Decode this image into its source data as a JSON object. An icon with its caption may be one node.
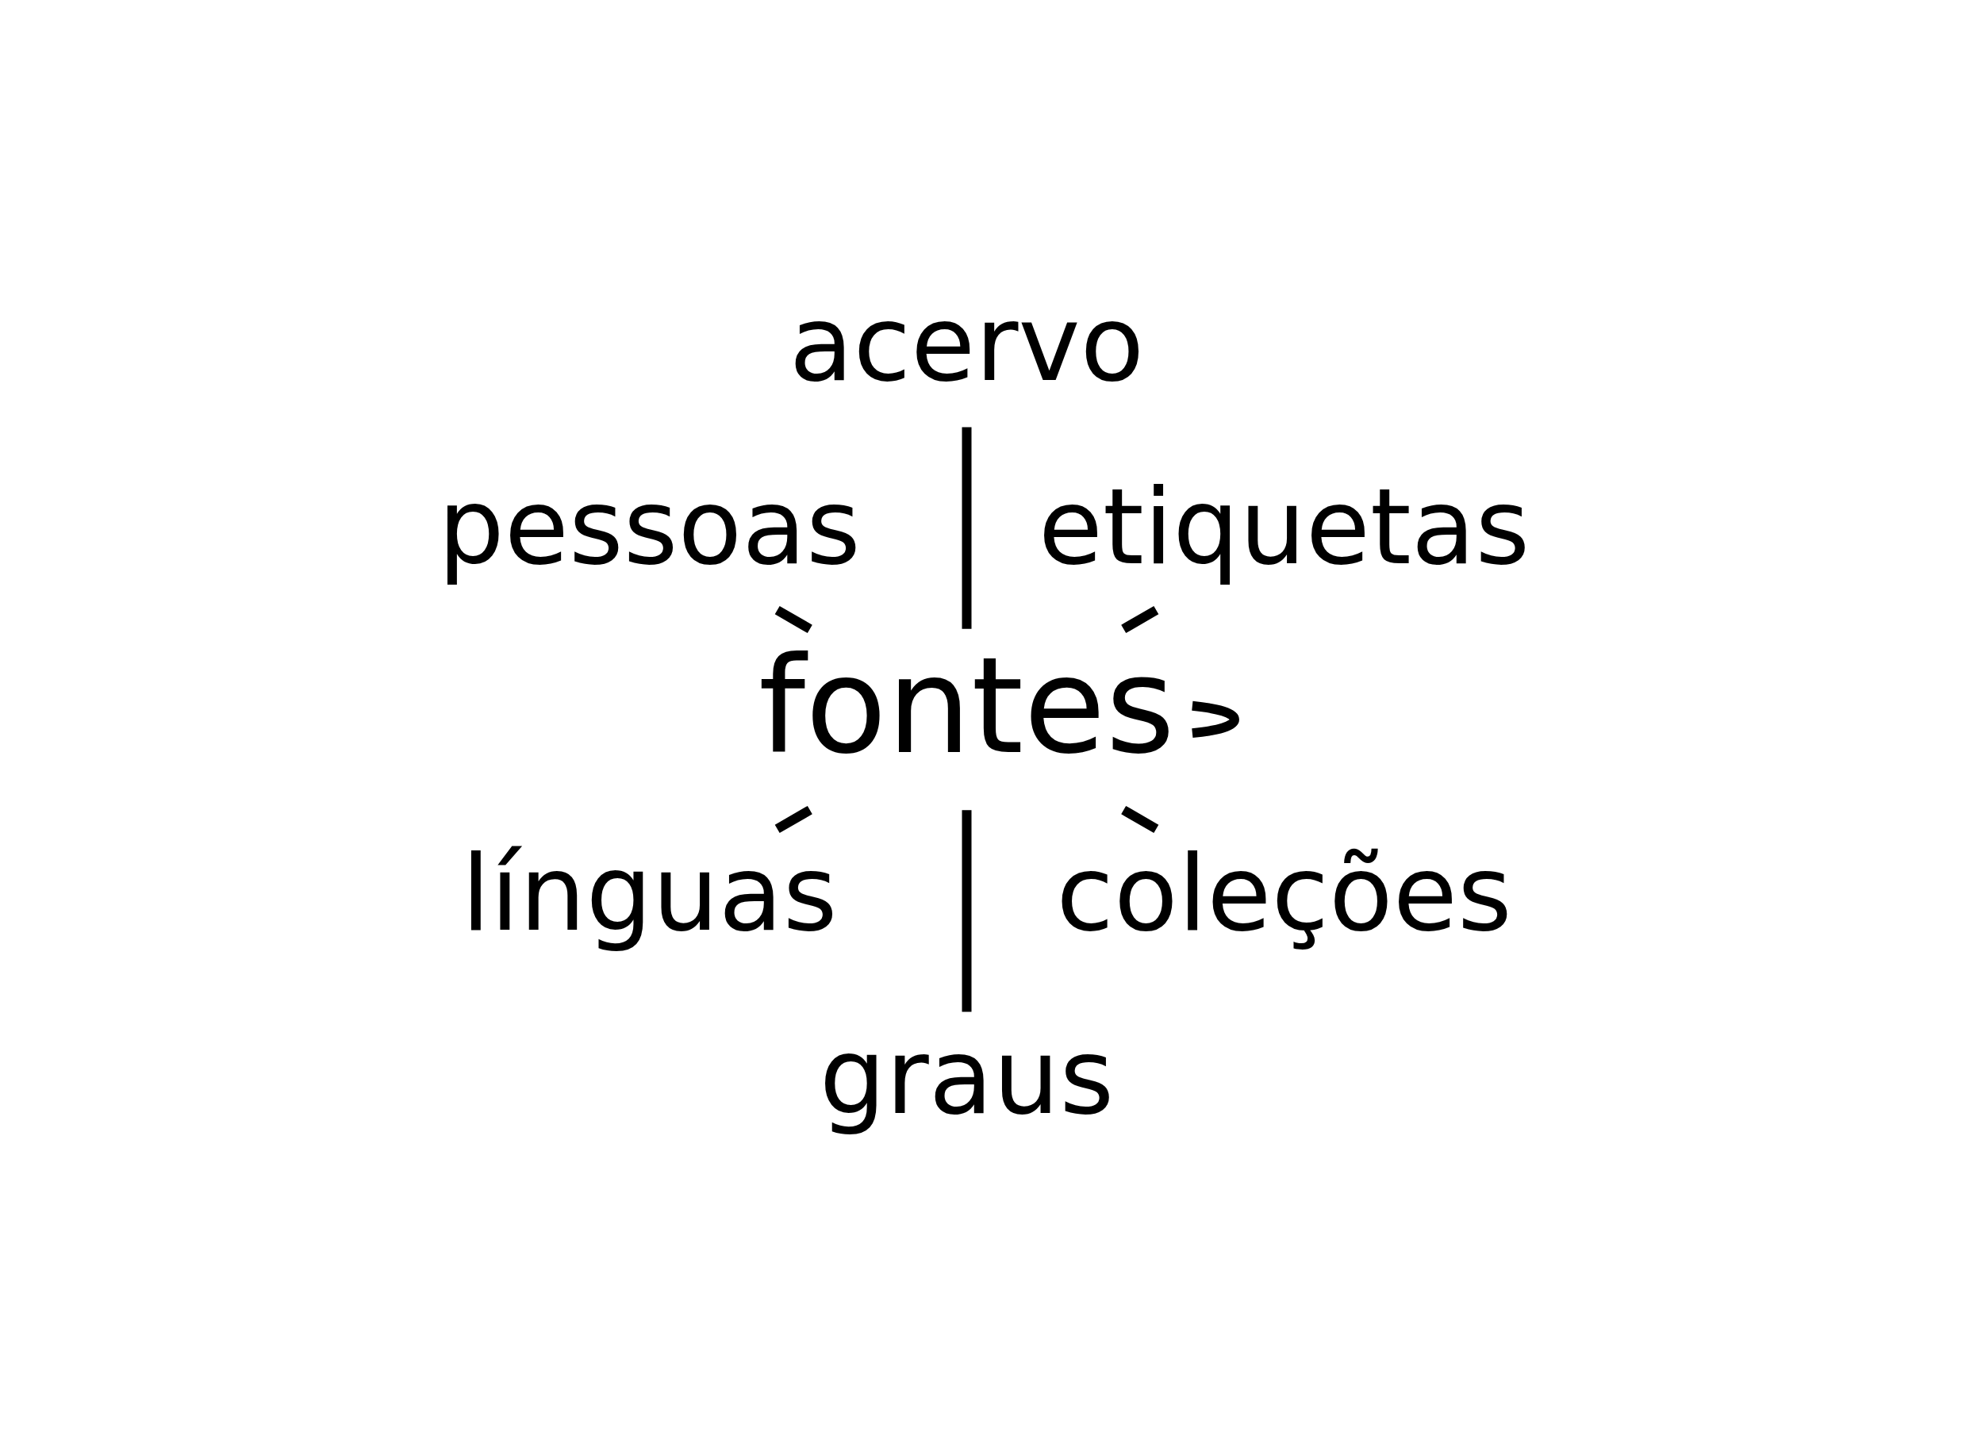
{
  "diagram": {
    "nodes": [
      {
        "text": [
          "pessoas"
        ]
      },
      {
        "text": [
          "acervo"
        ]
      },
      {
        "text": [
          "etiquetas"
        ]
      },
      {
        "text": [
          "línguas"
        ]
      },
      {
        "text": [
          "coleções"
        ]
      },
      {
        "text": [
          "fontes"
        ]
      },
      {
        "text": [
          "graus"
        ]
      }
    ],
    "edges": [
      {
        "from": 5,
        "to": 0,
        "arrow": "none"
      },
      {
        "from": 5,
        "to": 1,
        "arrow": "none"
      },
      {
        "from": 5,
        "to": 2,
        "arrow": "none"
      },
      {
        "from": 5,
        "to": 4,
        "arrow": "none"
      },
      {
        "from": 5,
        "to": 5,
        "arrow": "none"
      },
      {
        "from": 5,
        "to": 6,
        "arrow": "none"
      },
      {
        "from": 5,
        "to": 3,
        "arrow": "none"
      }
    ]
  }
}
